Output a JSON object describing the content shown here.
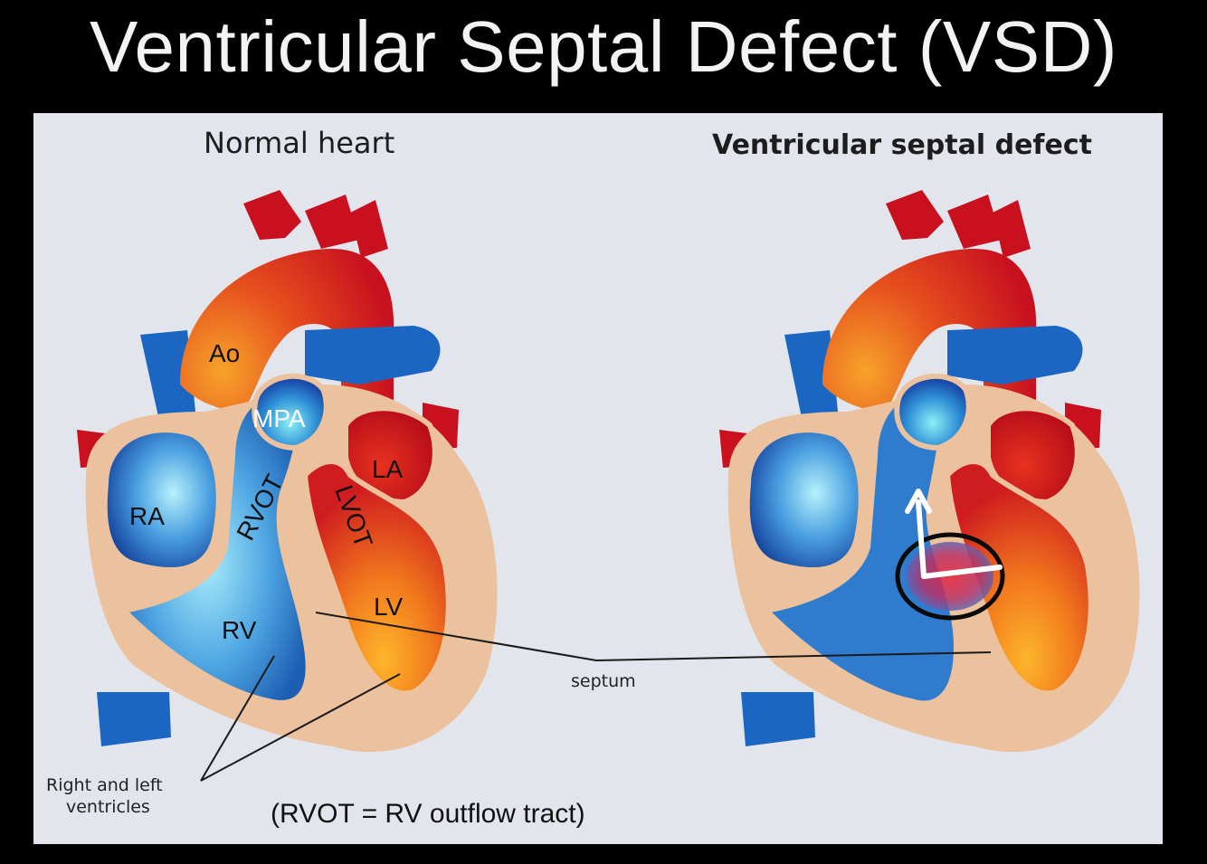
{
  "title": "Ventricular Septal Defect (VSD)",
  "headings": {
    "normal": "Normal heart",
    "defect": "Ventricular septal defect"
  },
  "labels": {
    "ao": "Ao",
    "mpa": "MPA",
    "ra": "RA",
    "rvot": "RVOT",
    "lvot": "LVOT",
    "la": "LA",
    "lv": "LV",
    "rv": "RV",
    "septum": "septum",
    "ventricles_line1": "Right and left",
    "ventricles_line2": "ventricles"
  },
  "footnote": "(RVOT = RV outflow tract)",
  "colors": {
    "background": "#000000",
    "panel": "#e2e6ec",
    "oxygenated": "#c8101f",
    "deoxygenated": "#1a66c2",
    "wall": "#ecc29e"
  }
}
